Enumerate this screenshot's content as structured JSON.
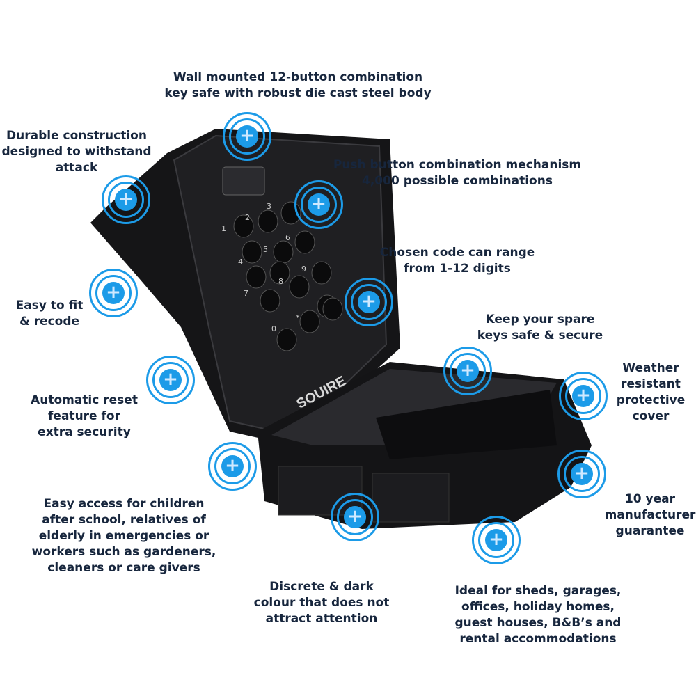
{
  "brand": "SQUIRE",
  "accent": "#1c9be8",
  "keypad": [
    "1",
    "2",
    "3",
    "4",
    "5",
    "6",
    "7",
    "8",
    "9",
    "0",
    "*"
  ],
  "features": [
    {
      "id": "wall-mounted",
      "lines": [
        "Wall mounted 12-button combination",
        "key safe with robust die cast steel body"
      ]
    },
    {
      "id": "durable",
      "lines": [
        "Durable construction",
        "designed to withstand",
        "attack"
      ]
    },
    {
      "id": "push-button",
      "lines": [
        "Push button combination mechanism",
        "4,000 possible combinations"
      ]
    },
    {
      "id": "code-range",
      "lines": [
        "Chosen code can range",
        "from 1-12 digits"
      ]
    },
    {
      "id": "easy-fit",
      "lines": [
        "Easy to fit",
        "& recode"
      ]
    },
    {
      "id": "spare-keys",
      "lines": [
        "Keep your spare",
        "keys safe & secure"
      ]
    },
    {
      "id": "weather",
      "lines": [
        "Weather",
        "resistant",
        "protective",
        "cover"
      ]
    },
    {
      "id": "auto-reset",
      "lines": [
        "Automatic reset",
        "feature for",
        "extra security"
      ]
    },
    {
      "id": "guarantee",
      "lines": [
        "10 year",
        "manufacturer",
        "guarantee"
      ]
    },
    {
      "id": "easy-access",
      "lines": [
        "Easy access for children",
        "after school, relatives of",
        "elderly in emergencies or",
        "workers such as gardeners,",
        "cleaners or care givers"
      ]
    },
    {
      "id": "discrete",
      "lines": [
        "Discrete & dark",
        "colour that does not",
        "attract attention"
      ]
    },
    {
      "id": "ideal-for",
      "lines": [
        "Ideal for sheds, garages,",
        "offices, holiday homes,",
        "guest houses, B&B’s and",
        "rental accommodations"
      ]
    }
  ]
}
